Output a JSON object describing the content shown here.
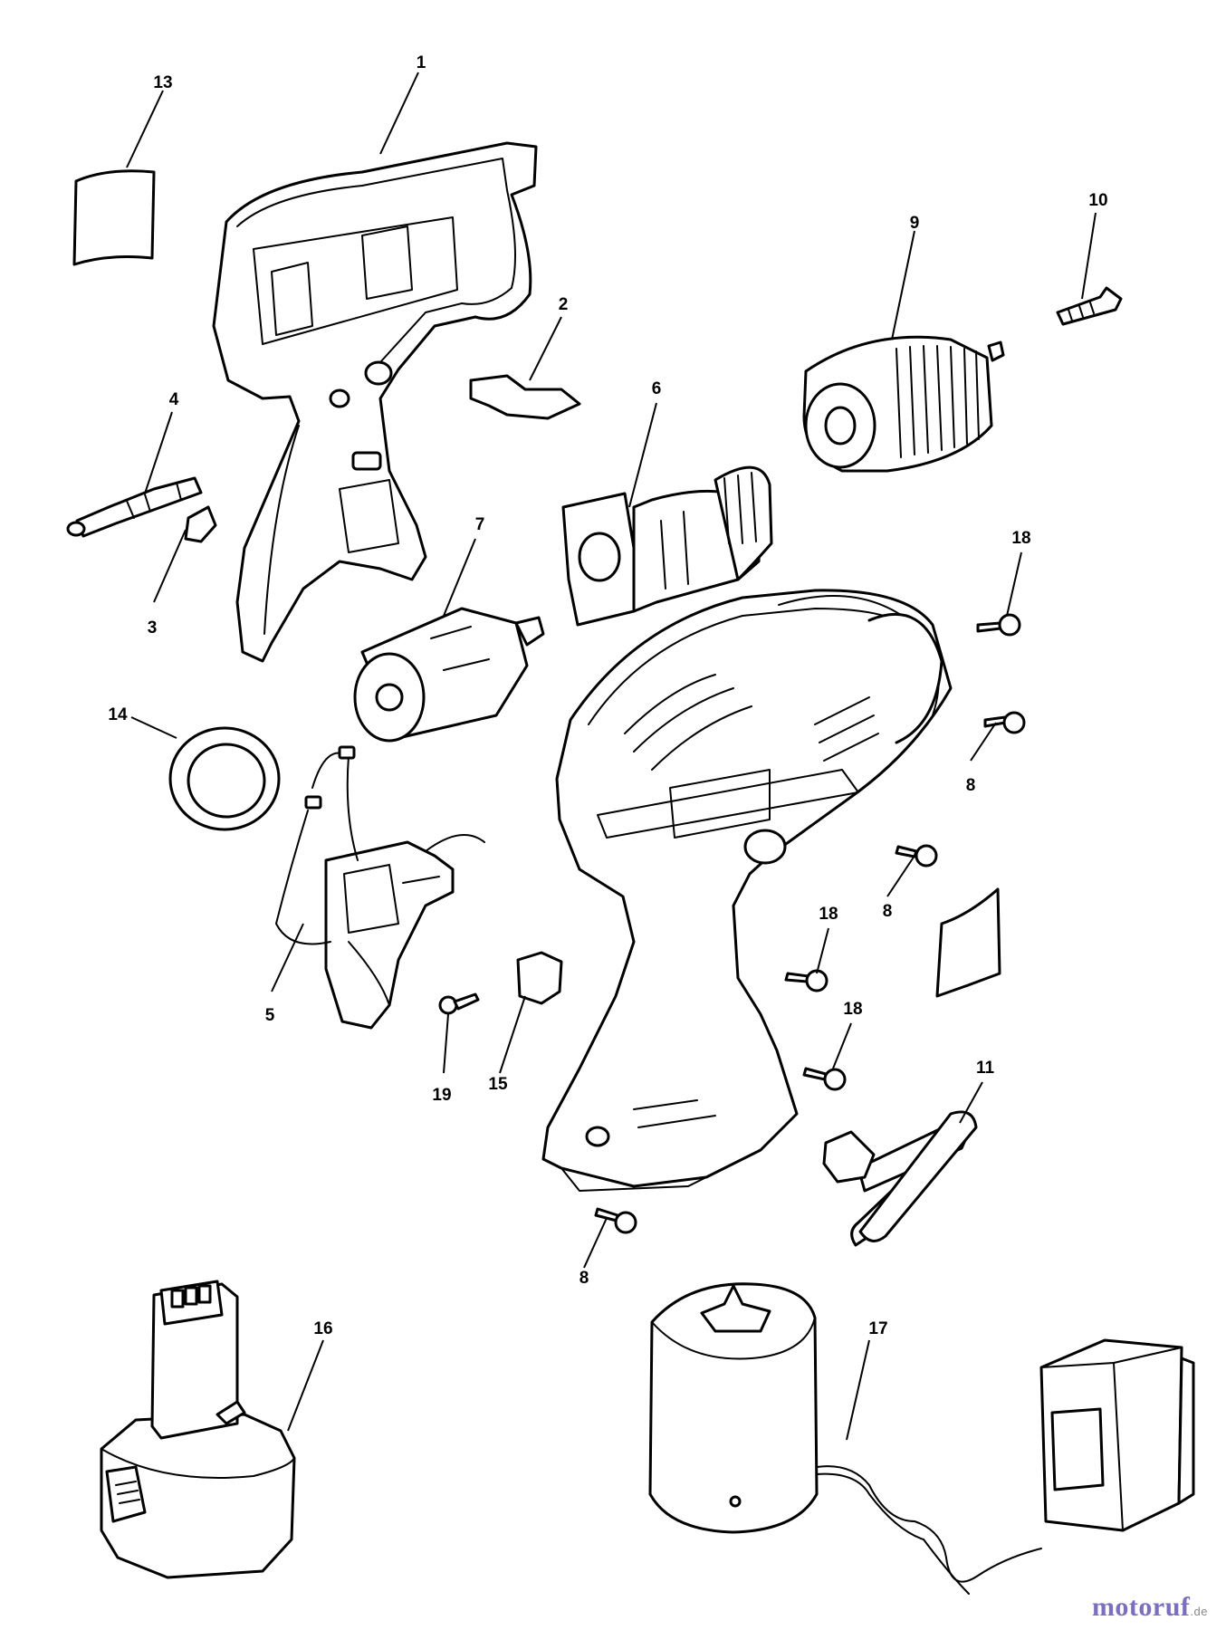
{
  "labels": [
    {
      "id": "1",
      "text": "1"
    },
    {
      "id": "2",
      "text": "2"
    },
    {
      "id": "3",
      "text": "3"
    },
    {
      "id": "4",
      "text": "4"
    },
    {
      "id": "5",
      "text": "5"
    },
    {
      "id": "6",
      "text": "6"
    },
    {
      "id": "7",
      "text": "7"
    },
    {
      "id": "8a",
      "text": "8"
    },
    {
      "id": "8b",
      "text": "8"
    },
    {
      "id": "8c",
      "text": "8"
    },
    {
      "id": "9",
      "text": "9"
    },
    {
      "id": "10",
      "text": "10"
    },
    {
      "id": "11",
      "text": "11"
    },
    {
      "id": "13",
      "text": "13"
    },
    {
      "id": "14",
      "text": "14"
    },
    {
      "id": "15",
      "text": "15"
    },
    {
      "id": "16",
      "text": "16"
    },
    {
      "id": "17",
      "text": "17"
    },
    {
      "id": "18a",
      "text": "18"
    },
    {
      "id": "18b",
      "text": "18"
    },
    {
      "id": "18c",
      "text": "18"
    },
    {
      "id": "19",
      "text": "19"
    }
  ],
  "watermark": {
    "text": "motoruf",
    "suffix": ".de"
  }
}
